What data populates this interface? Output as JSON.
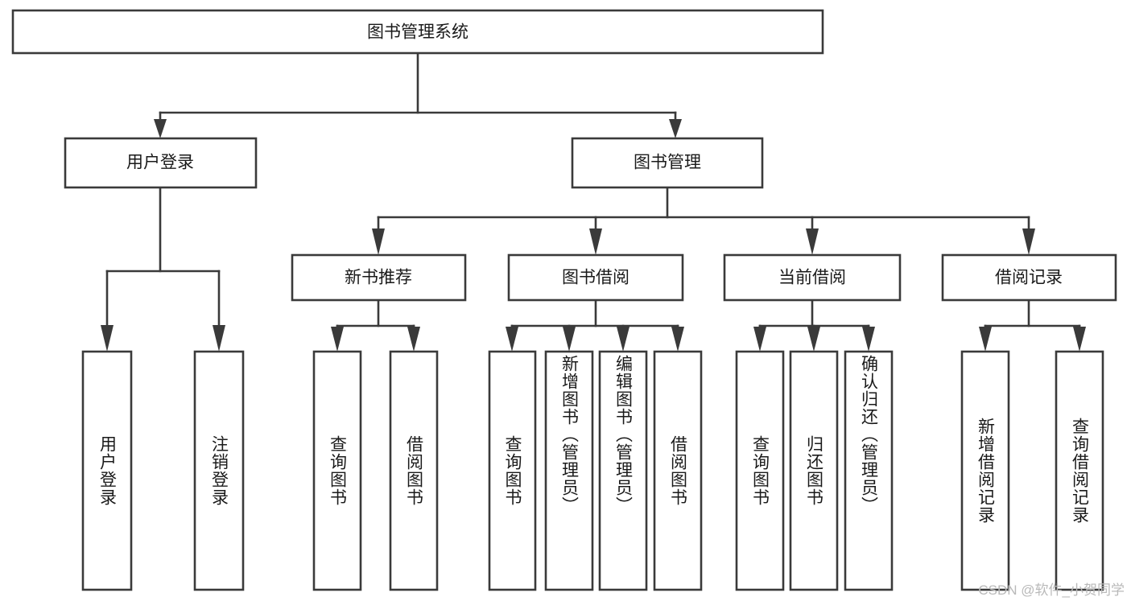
{
  "diagram": {
    "type": "tree-hierarchy",
    "title": "图书管理系统",
    "watermark": "CSDN @软件_小贺同学",
    "levels": {
      "root": {
        "label": "图书管理系统"
      },
      "level2": [
        {
          "id": "user-login",
          "label": "用户登录"
        },
        {
          "id": "book-management",
          "label": "图书管理"
        }
      ],
      "level3": [
        {
          "id": "new-book-recommend",
          "label": "新书推荐",
          "parent": "book-management"
        },
        {
          "id": "book-borrow",
          "label": "图书借阅",
          "parent": "book-management"
        },
        {
          "id": "current-borrow",
          "label": "当前借阅",
          "parent": "book-management"
        },
        {
          "id": "borrow-record",
          "label": "借阅记录",
          "parent": "book-management"
        }
      ],
      "level4": [
        {
          "id": "leaf-1",
          "label": "用户登录",
          "parent": "user-login"
        },
        {
          "id": "leaf-2",
          "label": "注销登录",
          "parent": "user-login"
        },
        {
          "id": "leaf-3",
          "label": "查询图书",
          "parent": "new-book-recommend"
        },
        {
          "id": "leaf-4",
          "label": "借阅图书",
          "parent": "new-book-recommend"
        },
        {
          "id": "leaf-5",
          "label": "查询图书",
          "parent": "book-borrow"
        },
        {
          "id": "leaf-6",
          "label": "新增图书（管理员）",
          "parent": "book-borrow"
        },
        {
          "id": "leaf-7",
          "label": "编辑图书（管理员）",
          "parent": "book-borrow"
        },
        {
          "id": "leaf-8",
          "label": "借阅图书",
          "parent": "book-borrow"
        },
        {
          "id": "leaf-9",
          "label": "查询图书",
          "parent": "current-borrow"
        },
        {
          "id": "leaf-10",
          "label": "归还图书",
          "parent": "current-borrow"
        },
        {
          "id": "leaf-11",
          "label": "确认归还（管理员）",
          "parent": "current-borrow"
        },
        {
          "id": "leaf-12",
          "label": "新增借阅记录",
          "parent": "borrow-record"
        },
        {
          "id": "leaf-13",
          "label": "查询借阅记录",
          "parent": "borrow-record"
        }
      ]
    },
    "colors": {
      "stroke": "#3a3a3a",
      "fill": "#ffffff",
      "text": "#1a1a1a",
      "watermark": "#b9b9b9"
    }
  }
}
